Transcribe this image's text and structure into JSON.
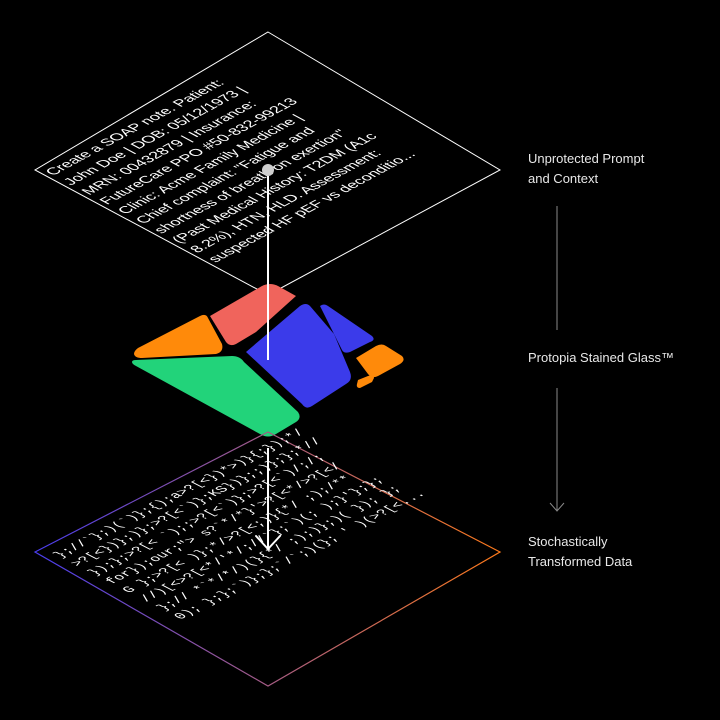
{
  "prompt_lines": [
    "Create a SOAP note. Patient:",
    "John Doe | DOB: 05/12/1973 |",
    "MRN: 00432879 | Insurance:",
    "FutureCare PPO #50-832-99213",
    "Clinic: Acme Family Medicine |",
    "Chief complaint: \"Fatigue and",
    "shortness of breath on exertion\"",
    "(Past Medical History: T2DM (A1c",
    "8.2%), HTN, HLD. Assessment:",
    "suspected HF pEF vs deconditio..."
  ],
  "scrambled_lines": [
    "};//`};)(`)};{);a>?[<})*>)}{;});*/",
    ">?[<})};)};>?[<`)};KS})};;)};};*//",
    "});};>?[< `);;>?[<`)};>?[<`)/;/;",
    "for});our;\">  s?`*/*}'>?[<*/>?[</",
    "G  };>?[<  )};*/>?[<;)}{*/ ;);/**",
    "//)[<>?[<*/'*/;//`};`)(; );}'};};",
    "};// *`*/*/)(}{*/ ;);)};)(  });  };",
    "0);  };};`)};};`/`;)(};  '  )(>?[<..."
  ],
  "labels": {
    "top": [
      "Unprotected Prompt",
      "and Context"
    ],
    "middle": [
      "Protopia Stained Glass™"
    ],
    "bottom": [
      "Stochastically",
      "Transformed Data"
    ]
  },
  "colors": {
    "background": "#000000",
    "outline": "#ffffff",
    "coral": "#f0645c",
    "orange": "#ff8a0a",
    "blue": "#3b3bea",
    "green": "#22d37a",
    "gradient_left": "#4a3df0",
    "gradient_right": "#ff7a1a"
  }
}
